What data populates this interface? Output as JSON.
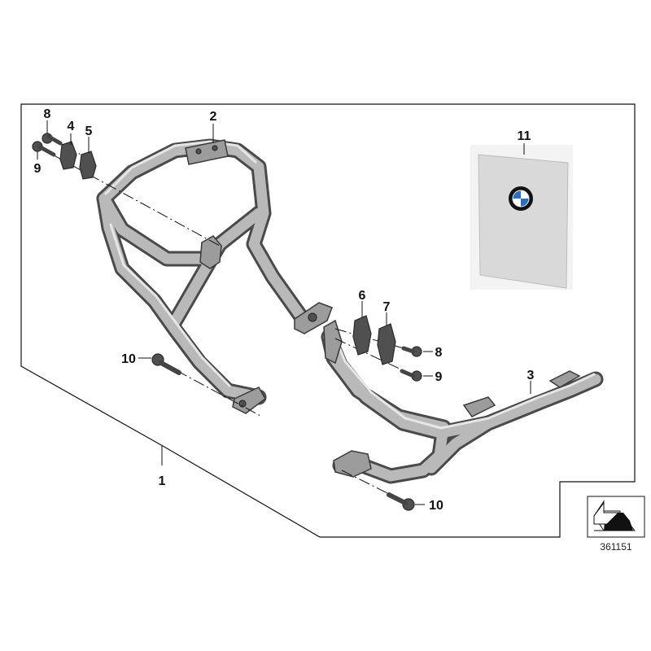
{
  "callouts": {
    "c1": "1",
    "c2": "2",
    "c3": "3",
    "c4": "4",
    "c5": "5",
    "c6": "6",
    "c7": "7",
    "c8_top": "8",
    "c8_right": "8",
    "c9_top": "9",
    "c9_right": "9",
    "c10_left": "10",
    "c10_bottom": "10",
    "c11": "11"
  },
  "reference_number": "361151",
  "colors": {
    "outline": "#111111",
    "tube_dark": "#4a4a4a",
    "tube_light": "#b9b9b9",
    "booklet": "#d9d9d9",
    "logo_blue": "#2a6fc4"
  },
  "icons": {
    "direction_icon": "arrow-direction-icon",
    "brand_logo": "bmw-roundel-icon"
  }
}
